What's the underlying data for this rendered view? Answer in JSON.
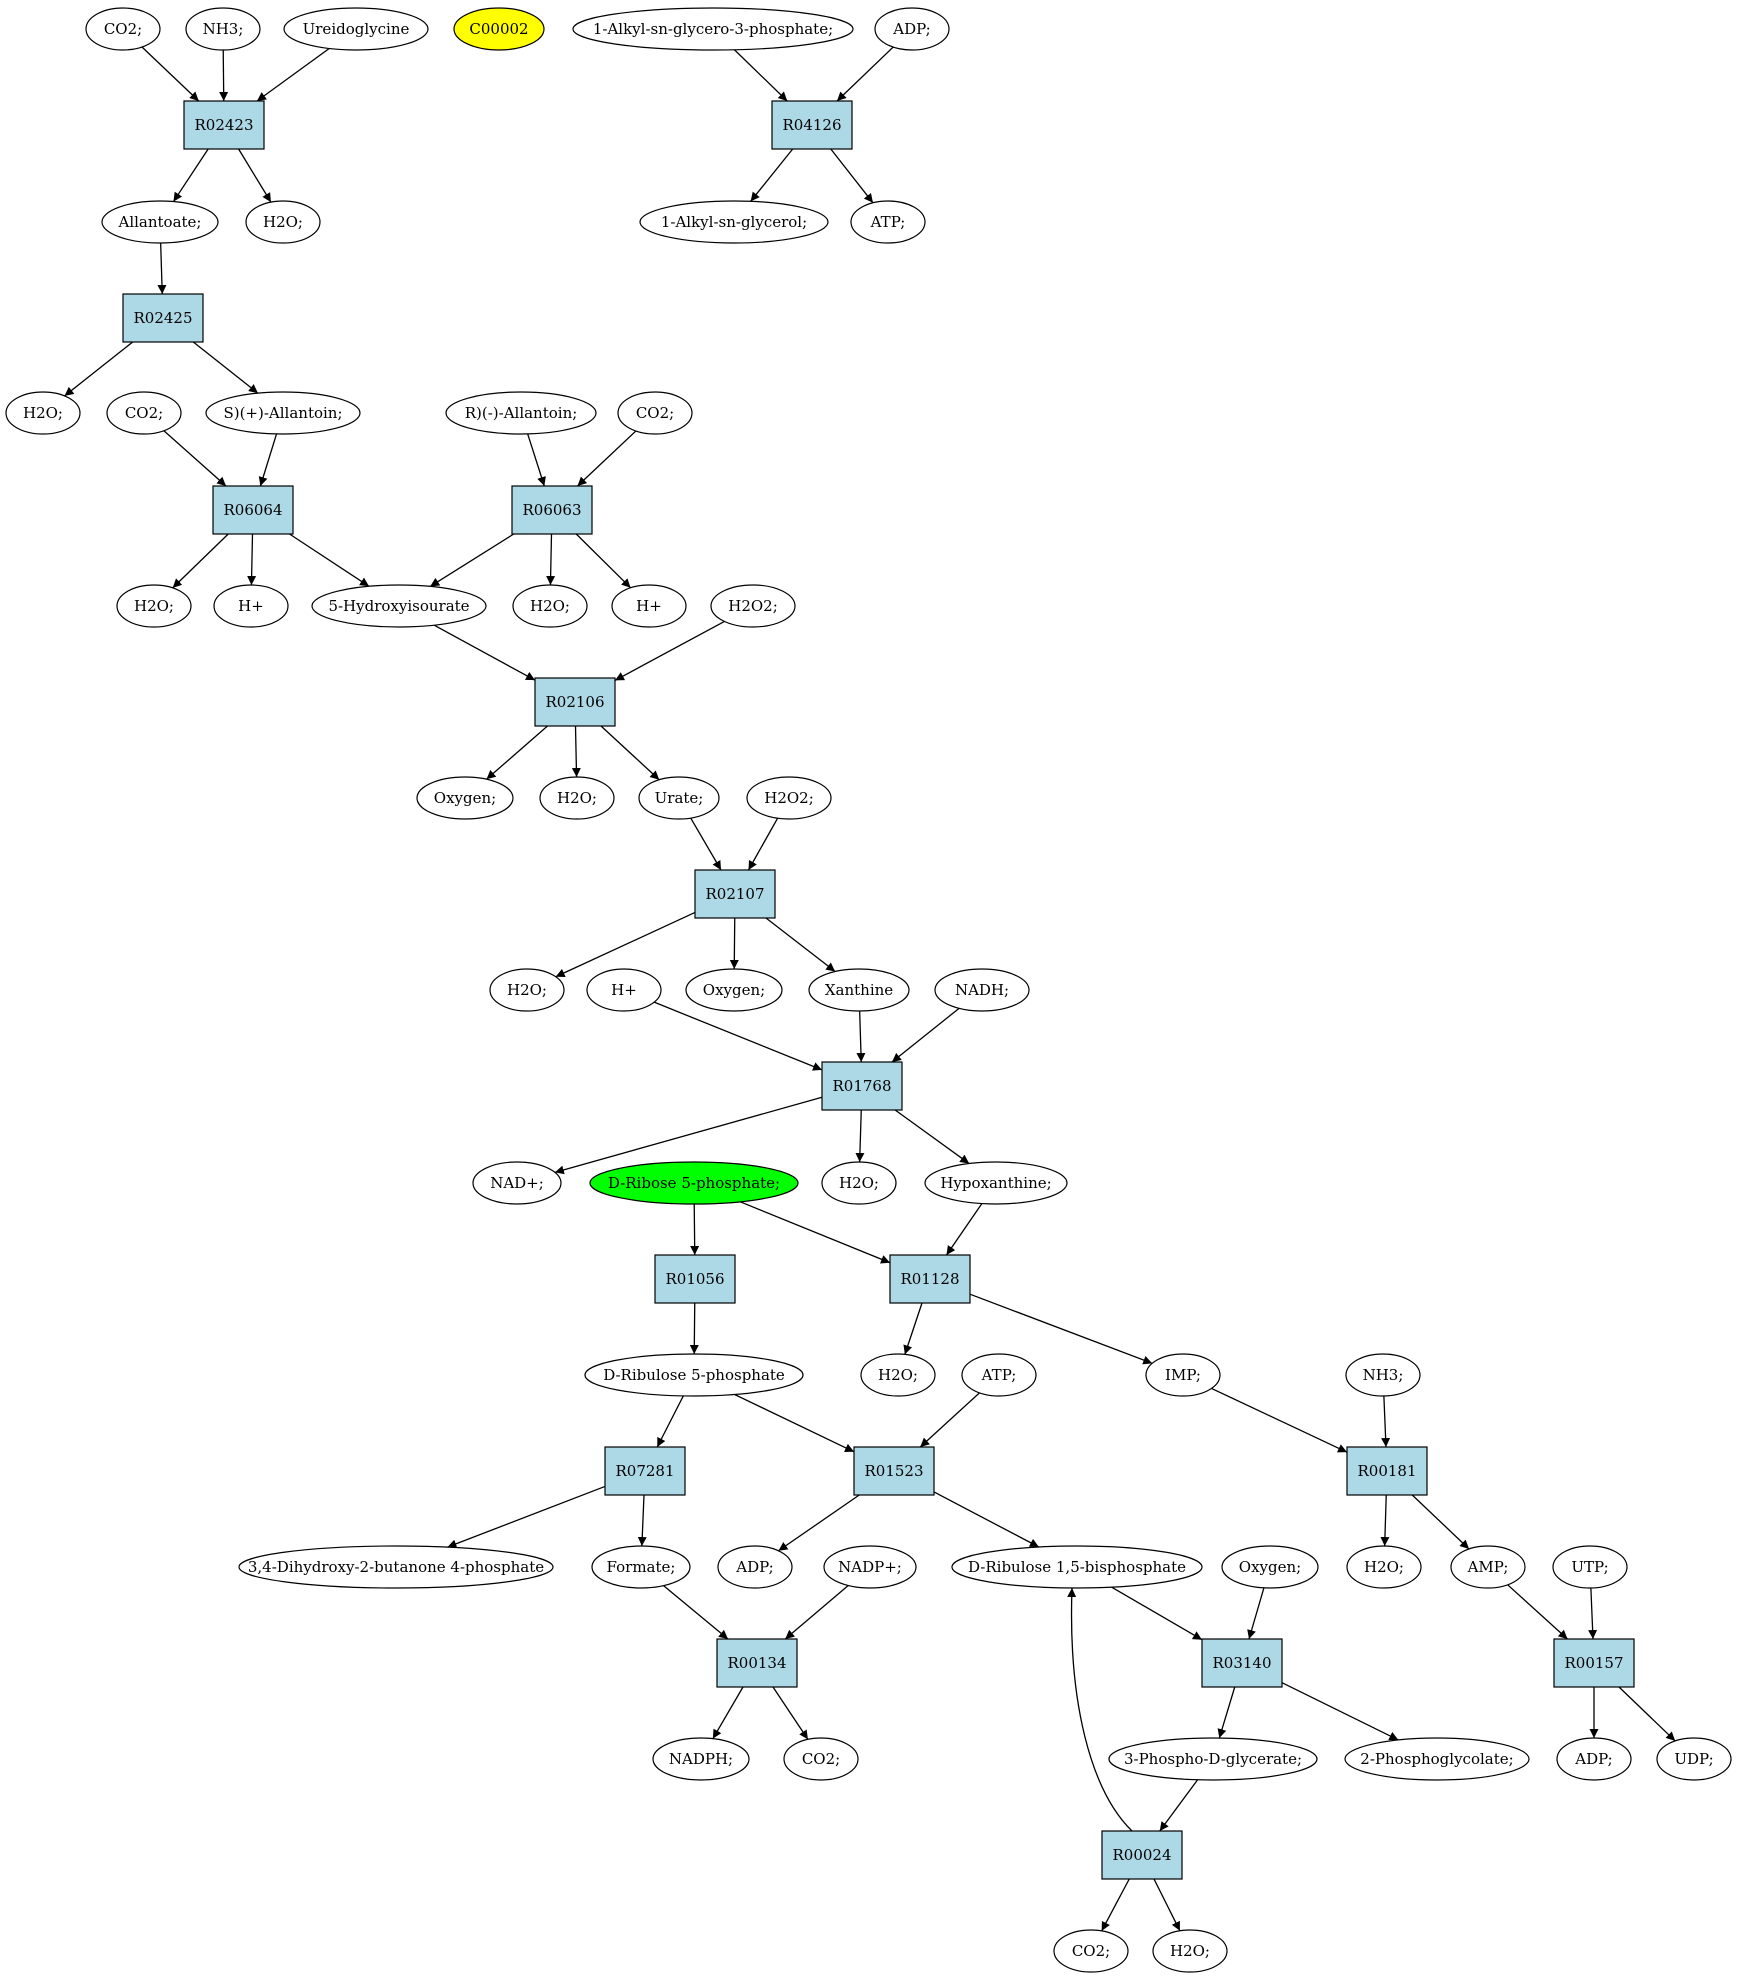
{
  "colors": {
    "reaction_fill": "#add8e6",
    "compound_fill": "#ffffff",
    "highlight_yellow": "#ffff00",
    "highlight_green": "#00ff00"
  },
  "nodes": [
    {
      "id": "co2_1",
      "kind": "compound",
      "label": "CO2;"
    },
    {
      "id": "nh3_1",
      "kind": "compound",
      "label": "NH3;"
    },
    {
      "id": "ureidoglycine",
      "kind": "compound",
      "label": "Ureidoglycine"
    },
    {
      "id": "c00002",
      "kind": "compound",
      "label": "C00002",
      "highlight": "yellow"
    },
    {
      "id": "alkyl_g3p",
      "kind": "compound",
      "label": "1-Alkyl-sn-glycero-3-phosphate;"
    },
    {
      "id": "adp_1",
      "kind": "compound",
      "label": "ADP;"
    },
    {
      "id": "R02423",
      "kind": "reaction",
      "label": "R02423"
    },
    {
      "id": "R04126",
      "kind": "reaction",
      "label": "R04126"
    },
    {
      "id": "allantoate",
      "kind": "compound",
      "label": "Allantoate;"
    },
    {
      "id": "h2o_1",
      "kind": "compound",
      "label": "H2O;"
    },
    {
      "id": "alkyl_glycerol",
      "kind": "compound",
      "label": "1-Alkyl-sn-glycerol;"
    },
    {
      "id": "atp_1",
      "kind": "compound",
      "label": "ATP;"
    },
    {
      "id": "R02425",
      "kind": "reaction",
      "label": "R02425"
    },
    {
      "id": "h2o_2",
      "kind": "compound",
      "label": "H2O;"
    },
    {
      "id": "co2_2",
      "kind": "compound",
      "label": "CO2;"
    },
    {
      "id": "s_allantoin",
      "kind": "compound",
      "label": "S)(+)-Allantoin;"
    },
    {
      "id": "r_allantoin",
      "kind": "compound",
      "label": "R)(-)-Allantoin;"
    },
    {
      "id": "co2_3",
      "kind": "compound",
      "label": "CO2;"
    },
    {
      "id": "R06064",
      "kind": "reaction",
      "label": "R06064"
    },
    {
      "id": "R06063",
      "kind": "reaction",
      "label": "R06063"
    },
    {
      "id": "h2o_3",
      "kind": "compound",
      "label": "H2O;"
    },
    {
      "id": "hplus_1",
      "kind": "compound",
      "label": "H+"
    },
    {
      "id": "hydroxyisourate",
      "kind": "compound",
      "label": "5-Hydroxyisourate"
    },
    {
      "id": "h2o_4",
      "kind": "compound",
      "label": "H2O;"
    },
    {
      "id": "hplus_2",
      "kind": "compound",
      "label": "H+"
    },
    {
      "id": "h2o2_1",
      "kind": "compound",
      "label": "H2O2;"
    },
    {
      "id": "R02106",
      "kind": "reaction",
      "label": "R02106"
    },
    {
      "id": "oxygen_1",
      "kind": "compound",
      "label": "Oxygen;"
    },
    {
      "id": "h2o_5",
      "kind": "compound",
      "label": "H2O;"
    },
    {
      "id": "urate",
      "kind": "compound",
      "label": "Urate;"
    },
    {
      "id": "h2o2_2",
      "kind": "compound",
      "label": "H2O2;"
    },
    {
      "id": "R02107",
      "kind": "reaction",
      "label": "R02107"
    },
    {
      "id": "h2o_6",
      "kind": "compound",
      "label": "H2O;"
    },
    {
      "id": "hplus_3",
      "kind": "compound",
      "label": "H+"
    },
    {
      "id": "oxygen_2",
      "kind": "compound",
      "label": "Oxygen;"
    },
    {
      "id": "xanthine",
      "kind": "compound",
      "label": "Xanthine"
    },
    {
      "id": "nadh",
      "kind": "compound",
      "label": "NADH;"
    },
    {
      "id": "R01768",
      "kind": "reaction",
      "label": "R01768"
    },
    {
      "id": "nadplus",
      "kind": "compound",
      "label": "NAD+;"
    },
    {
      "id": "ribose5p",
      "kind": "compound",
      "label": "D-Ribose 5-phosphate;",
      "highlight": "green"
    },
    {
      "id": "h2o_7",
      "kind": "compound",
      "label": "H2O;"
    },
    {
      "id": "hypoxanthine",
      "kind": "compound",
      "label": "Hypoxanthine;"
    },
    {
      "id": "R01056",
      "kind": "reaction",
      "label": "R01056"
    },
    {
      "id": "R01128",
      "kind": "reaction",
      "label": "R01128"
    },
    {
      "id": "ribulose5p",
      "kind": "compound",
      "label": "D-Ribulose 5-phosphate"
    },
    {
      "id": "h2o_8",
      "kind": "compound",
      "label": "H2O;"
    },
    {
      "id": "atp_2",
      "kind": "compound",
      "label": "ATP;"
    },
    {
      "id": "imp",
      "kind": "compound",
      "label": "IMP;"
    },
    {
      "id": "nh3_2",
      "kind": "compound",
      "label": "NH3;"
    },
    {
      "id": "R07281",
      "kind": "reaction",
      "label": "R07281"
    },
    {
      "id": "R01523",
      "kind": "reaction",
      "label": "R01523"
    },
    {
      "id": "R00181",
      "kind": "reaction",
      "label": "R00181"
    },
    {
      "id": "dhbp",
      "kind": "compound",
      "label": "3,4-Dihydroxy-2-butanone 4-phosphate"
    },
    {
      "id": "formate",
      "kind": "compound",
      "label": "Formate;"
    },
    {
      "id": "adp_2",
      "kind": "compound",
      "label": "ADP;"
    },
    {
      "id": "nadpplus",
      "kind": "compound",
      "label": "NADP+;"
    },
    {
      "id": "rubp",
      "kind": "compound",
      "label": "D-Ribulose 1,5-bisphosphate"
    },
    {
      "id": "oxygen_3",
      "kind": "compound",
      "label": "Oxygen;"
    },
    {
      "id": "h2o_9",
      "kind": "compound",
      "label": "H2O;"
    },
    {
      "id": "amp",
      "kind": "compound",
      "label": "AMP;"
    },
    {
      "id": "utp",
      "kind": "compound",
      "label": "UTP;"
    },
    {
      "id": "R00134",
      "kind": "reaction",
      "label": "R00134"
    },
    {
      "id": "R03140",
      "kind": "reaction",
      "label": "R03140"
    },
    {
      "id": "R00157",
      "kind": "reaction",
      "label": "R00157"
    },
    {
      "id": "nadph",
      "kind": "compound",
      "label": "NADPH;"
    },
    {
      "id": "co2_4",
      "kind": "compound",
      "label": "CO2;"
    },
    {
      "id": "pga",
      "kind": "compound",
      "label": "3-Phospho-D-glycerate;"
    },
    {
      "id": "phosphoglycolate",
      "kind": "compound",
      "label": "2-Phosphoglycolate;"
    },
    {
      "id": "adp_3",
      "kind": "compound",
      "label": "ADP;"
    },
    {
      "id": "udp",
      "kind": "compound",
      "label": "UDP;"
    },
    {
      "id": "R00024",
      "kind": "reaction",
      "label": "R00024"
    },
    {
      "id": "co2_5",
      "kind": "compound",
      "label": "CO2;"
    },
    {
      "id": "h2o_10",
      "kind": "compound",
      "label": "H2O;"
    }
  ],
  "edges": [
    [
      "co2_1",
      "R02423"
    ],
    [
      "nh3_1",
      "R02423"
    ],
    [
      "ureidoglycine",
      "R02423"
    ],
    [
      "R02423",
      "allantoate"
    ],
    [
      "R02423",
      "h2o_1"
    ],
    [
      "alkyl_g3p",
      "R04126"
    ],
    [
      "adp_1",
      "R04126"
    ],
    [
      "R04126",
      "alkyl_glycerol"
    ],
    [
      "R04126",
      "atp_1"
    ],
    [
      "allantoate",
      "R02425"
    ],
    [
      "R02425",
      "h2o_2"
    ],
    [
      "R02425",
      "s_allantoin"
    ],
    [
      "co2_2",
      "R06064"
    ],
    [
      "s_allantoin",
      "R06064"
    ],
    [
      "R06064",
      "h2o_3"
    ],
    [
      "R06064",
      "hplus_1"
    ],
    [
      "R06064",
      "hydroxyisourate"
    ],
    [
      "r_allantoin",
      "R06063"
    ],
    [
      "co2_3",
      "R06063"
    ],
    [
      "R06063",
      "hydroxyisourate"
    ],
    [
      "R06063",
      "h2o_4"
    ],
    [
      "R06063",
      "hplus_2"
    ],
    [
      "hydroxyisourate",
      "R02106"
    ],
    [
      "h2o2_1",
      "R02106"
    ],
    [
      "R02106",
      "oxygen_1"
    ],
    [
      "R02106",
      "h2o_5"
    ],
    [
      "R02106",
      "urate"
    ],
    [
      "urate",
      "R02107"
    ],
    [
      "h2o2_2",
      "R02107"
    ],
    [
      "R02107",
      "h2o_6"
    ],
    [
      "R02107",
      "oxygen_2"
    ],
    [
      "R02107",
      "xanthine"
    ],
    [
      "hplus_3",
      "R01768"
    ],
    [
      "xanthine",
      "R01768"
    ],
    [
      "nadh",
      "R01768"
    ],
    [
      "R01768",
      "nadplus"
    ],
    [
      "R01768",
      "h2o_7"
    ],
    [
      "R01768",
      "hypoxanthine"
    ],
    [
      "ribose5p",
      "R01056"
    ],
    [
      "ribose5p",
      "R01128"
    ],
    [
      "hypoxanthine",
      "R01128"
    ],
    [
      "R01056",
      "ribulose5p"
    ],
    [
      "R01128",
      "h2o_8"
    ],
    [
      "R01128",
      "imp"
    ],
    [
      "ribulose5p",
      "R07281"
    ],
    [
      "ribulose5p",
      "R01523"
    ],
    [
      "atp_2",
      "R01523"
    ],
    [
      "imp",
      "R00181"
    ],
    [
      "nh3_2",
      "R00181"
    ],
    [
      "R07281",
      "dhbp"
    ],
    [
      "R07281",
      "formate"
    ],
    [
      "R01523",
      "adp_2"
    ],
    [
      "R01523",
      "rubp"
    ],
    [
      "R00181",
      "h2o_9"
    ],
    [
      "R00181",
      "amp"
    ],
    [
      "formate",
      "R00134"
    ],
    [
      "nadpplus",
      "R00134"
    ],
    [
      "rubp",
      "R03140"
    ],
    [
      "oxygen_3",
      "R03140"
    ],
    [
      "amp",
      "R00157"
    ],
    [
      "utp",
      "R00157"
    ],
    [
      "R00134",
      "nadph"
    ],
    [
      "R00134",
      "co2_4"
    ],
    [
      "R03140",
      "pga"
    ],
    [
      "R03140",
      "phosphoglycolate"
    ],
    [
      "R00157",
      "adp_3"
    ],
    [
      "R00157",
      "udp"
    ],
    [
      "pga",
      "R00024"
    ],
    [
      "R00024",
      "co2_5"
    ],
    [
      "R00024",
      "h2o_10"
    ],
    [
      "R00024",
      "rubp"
    ]
  ]
}
